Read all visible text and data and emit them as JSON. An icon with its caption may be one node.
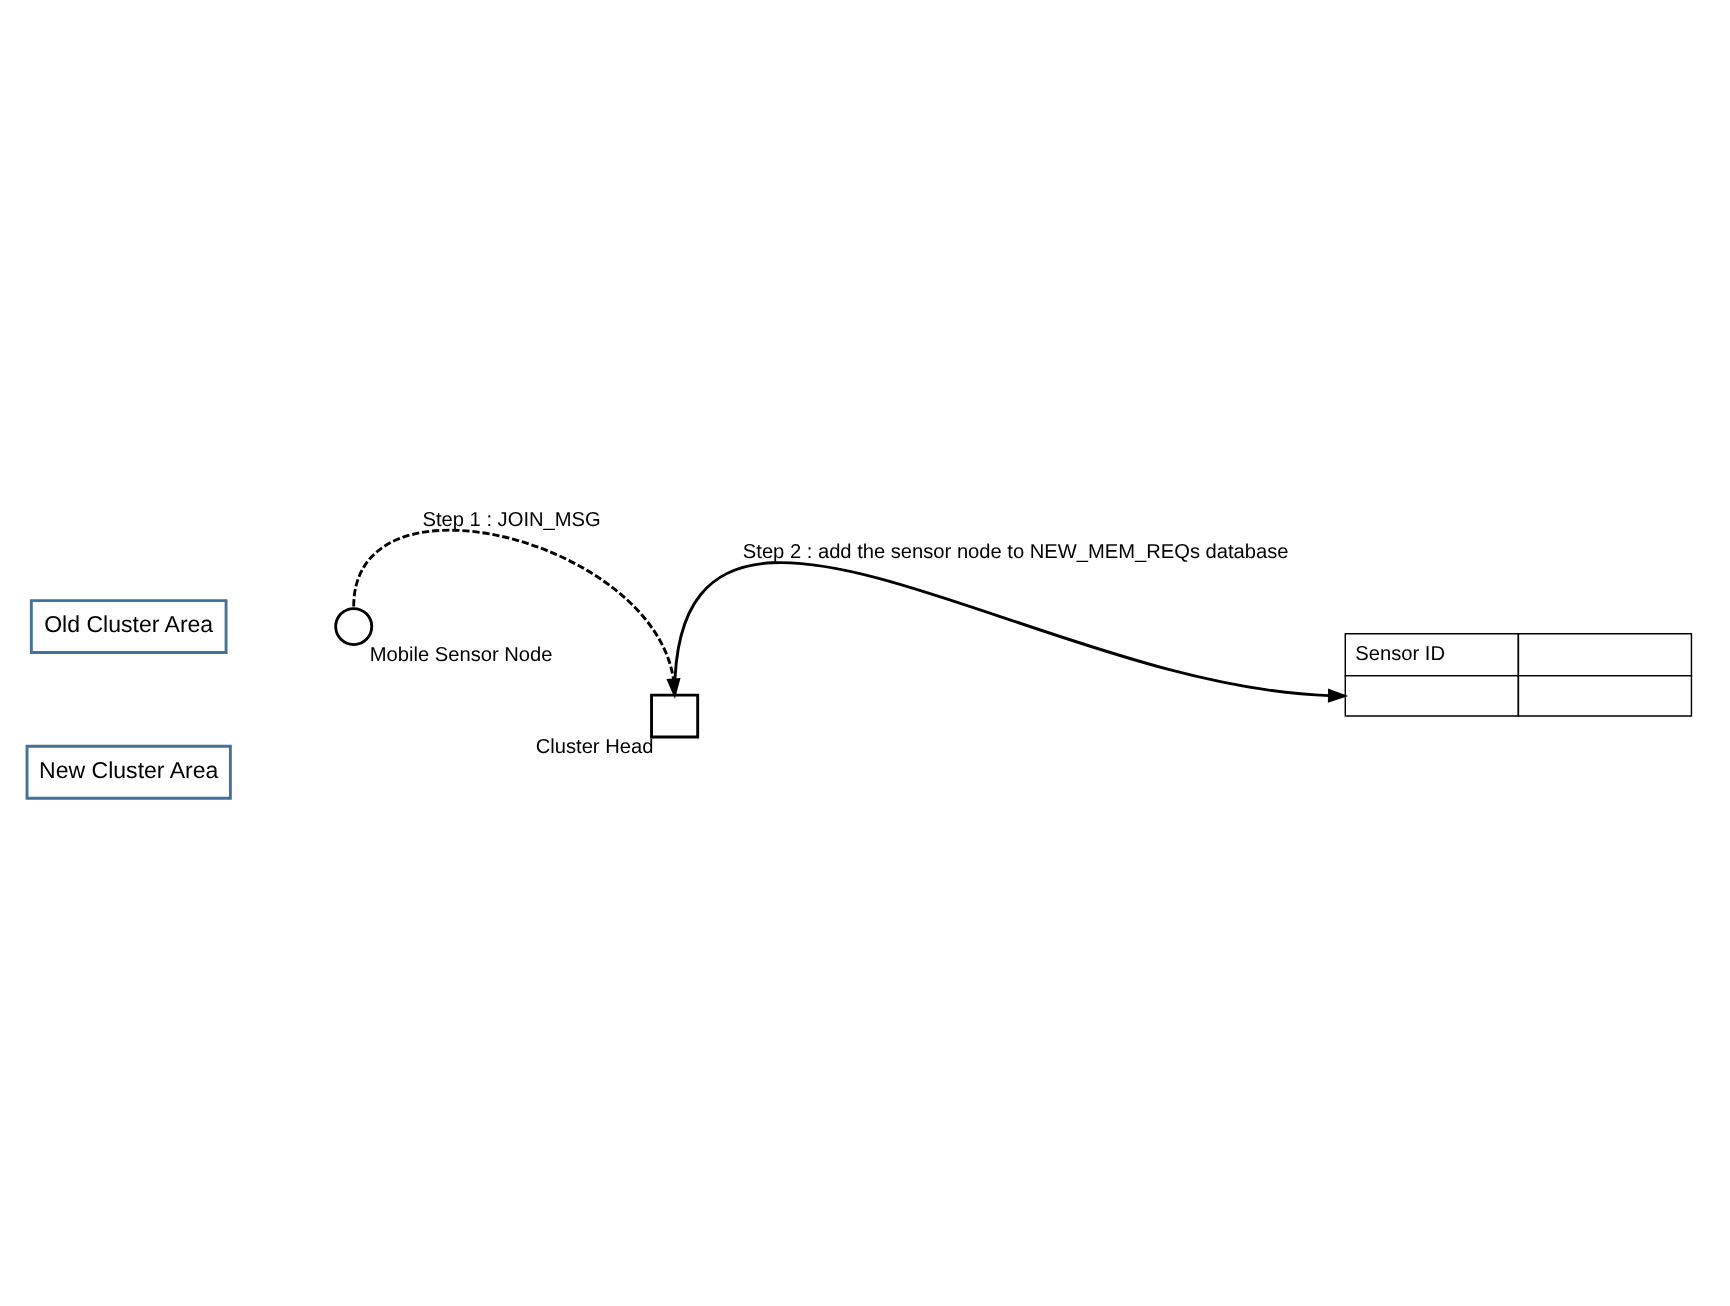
{
  "diagram": {
    "nodes": [
      {
        "text": [
          "Old Cluster Area"
        ]
      },
      {
        "text": [
          "New Cluster Area"
        ]
      },
      {
        "text": [],
        "shape": "circle",
        "beside": [
          "Mobile Sensor Node"
        ]
      },
      {
        "text": [],
        "shape": "box",
        "beside": [
          "Cluster Head"
        ]
      },
      {
        "text": [
          "Sensor ID"
        ]
      }
    ],
    "edges": [
      {
        "from": 2,
        "to": 3,
        "arrow": "to",
        "style": "dashed",
        "label": "Step 1 : JOIN_MSG"
      },
      {
        "from": 3,
        "to": 4,
        "arrow": "to",
        "label": "Step 2 : add the sensor node to NEW_MEM_REQs database"
      }
    ]
  }
}
